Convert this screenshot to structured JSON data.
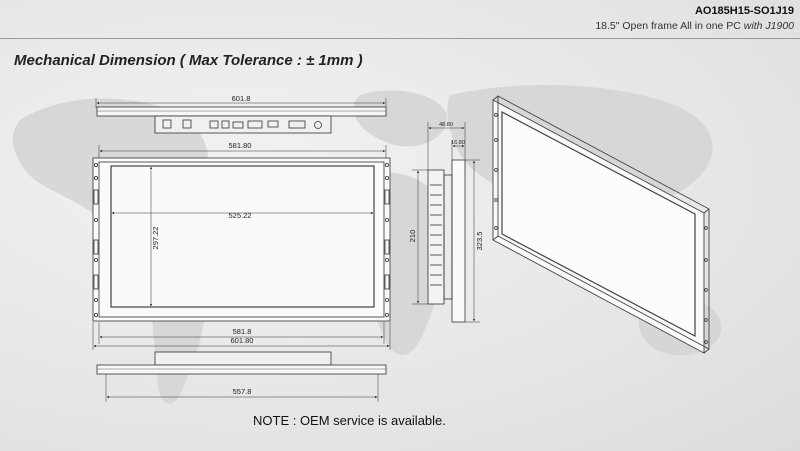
{
  "header": {
    "model": "AO185H15-SO1J19",
    "subtitle_main": "18.5\" Open frame All in one PC ",
    "subtitle_italic": "with J1900"
  },
  "heading": "Mechanical Dimension ( Max Tolerance : ± 1mm )",
  "dimensions": {
    "top_overall": "601.8",
    "front_inner_width": "581.80",
    "active_width": "525.22",
    "active_height": "297.22",
    "bottom_inner_width": "581.8",
    "bottom_overall": "601.80",
    "side_total_depth": "48.80",
    "side_bezel_depth": "16.80",
    "side_mount_height": "210",
    "side_total_height": "323.5",
    "bracket_width": "557.8"
  },
  "note": "NOTE : OEM service is available."
}
